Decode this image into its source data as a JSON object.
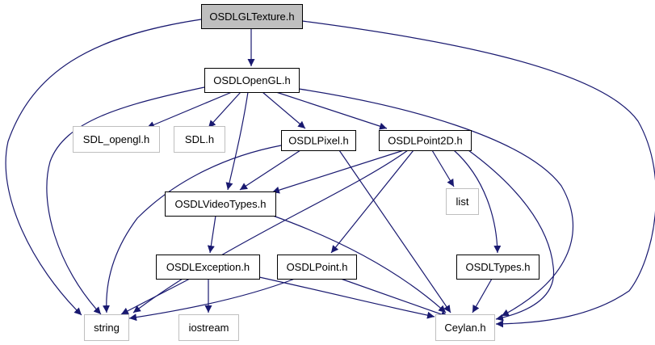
{
  "colors": {
    "edge": "#191970",
    "root_fill": "#bfbfbf",
    "root_border": "#000000",
    "internal_border": "#000000",
    "external_border": "#bfbfbf",
    "fill": "#ffffff"
  },
  "nodes": [
    {
      "id": "osdlgltexture",
      "label": "OSDLGLTexture.h",
      "kind": "root"
    },
    {
      "id": "osdlopengl",
      "label": "OSDLOpenGL.h",
      "kind": "internal"
    },
    {
      "id": "sdl_opengl",
      "label": "SDL_opengl.h",
      "kind": "external"
    },
    {
      "id": "sdl",
      "label": "SDL.h",
      "kind": "external"
    },
    {
      "id": "osdlpixel",
      "label": "OSDLPixel.h",
      "kind": "internal"
    },
    {
      "id": "osdlpoint2d",
      "label": "OSDLPoint2D.h",
      "kind": "internal"
    },
    {
      "id": "osdlvideotypes",
      "label": "OSDLVideoTypes.h",
      "kind": "internal"
    },
    {
      "id": "list",
      "label": "list",
      "kind": "external"
    },
    {
      "id": "osdlexception",
      "label": "OSDLException.h",
      "kind": "internal"
    },
    {
      "id": "osdlpoint",
      "label": "OSDLPoint.h",
      "kind": "internal"
    },
    {
      "id": "osdltypes",
      "label": "OSDLTypes.h",
      "kind": "internal"
    },
    {
      "id": "string",
      "label": "string",
      "kind": "external"
    },
    {
      "id": "iostream",
      "label": "iostream",
      "kind": "external"
    },
    {
      "id": "ceylan",
      "label": "Ceylan.h",
      "kind": "external"
    }
  ],
  "edges": [
    {
      "from": "osdlgltexture",
      "to": "osdlopengl"
    },
    {
      "from": "osdlgltexture",
      "to": "string"
    },
    {
      "from": "osdlgltexture",
      "to": "ceylan"
    },
    {
      "from": "osdlopengl",
      "to": "sdl_opengl"
    },
    {
      "from": "osdlopengl",
      "to": "sdl"
    },
    {
      "from": "osdlopengl",
      "to": "osdlpixel"
    },
    {
      "from": "osdlopengl",
      "to": "osdlpoint2d"
    },
    {
      "from": "osdlopengl",
      "to": "osdlvideotypes"
    },
    {
      "from": "osdlopengl",
      "to": "string"
    },
    {
      "from": "osdlopengl",
      "to": "ceylan"
    },
    {
      "from": "osdlpixel",
      "to": "osdlvideotypes"
    },
    {
      "from": "osdlpixel",
      "to": "string"
    },
    {
      "from": "osdlpixel",
      "to": "ceylan"
    },
    {
      "from": "osdlpoint2d",
      "to": "osdlvideotypes"
    },
    {
      "from": "osdlpoint2d",
      "to": "list"
    },
    {
      "from": "osdlpoint2d",
      "to": "osdlpoint"
    },
    {
      "from": "osdlpoint2d",
      "to": "osdltypes"
    },
    {
      "from": "osdlpoint2d",
      "to": "string"
    },
    {
      "from": "osdlpoint2d",
      "to": "ceylan"
    },
    {
      "from": "osdlvideotypes",
      "to": "osdlexception"
    },
    {
      "from": "osdlvideotypes",
      "to": "ceylan"
    },
    {
      "from": "osdlexception",
      "to": "string"
    },
    {
      "from": "osdlexception",
      "to": "iostream"
    },
    {
      "from": "osdlexception",
      "to": "ceylan"
    },
    {
      "from": "osdlpoint",
      "to": "string"
    },
    {
      "from": "osdlpoint",
      "to": "ceylan"
    },
    {
      "from": "osdltypes",
      "to": "ceylan"
    }
  ]
}
